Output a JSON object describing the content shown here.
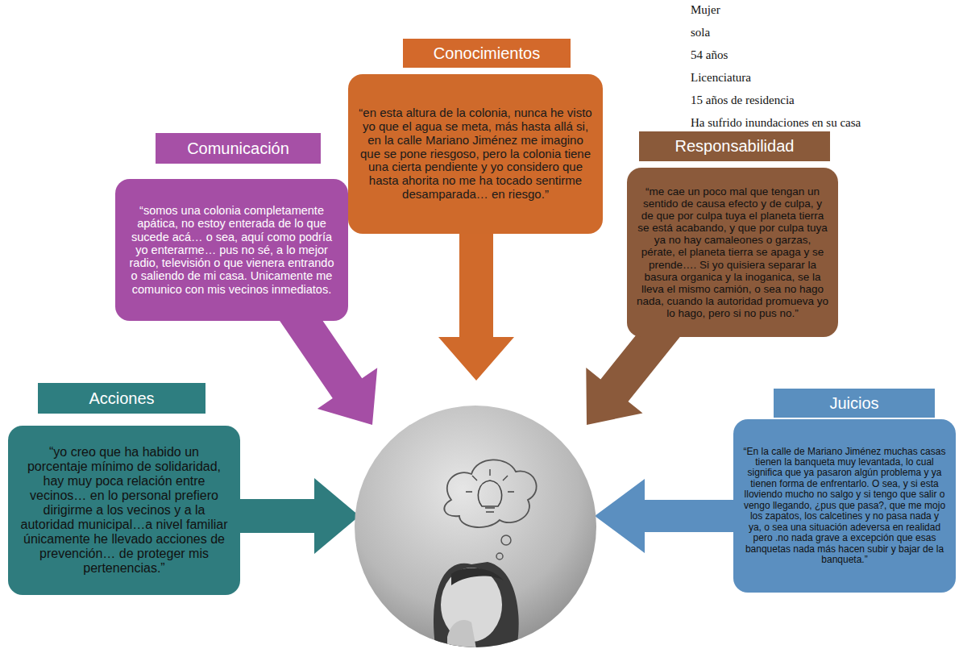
{
  "diagram": {
    "nodes": [
      {
        "text": [
          "Conocimientos",
          "“en esta altura de la colonia, nunca he visto yo que el agua se meta, más hasta allá si, en la calle Mariano Jiménez me imagino que se pone riesgoso, pero la colonia tiene una cierta pendiente y yo considero que hasta ahorita no me ha tocado sentirme desamparada… en riesgo.”"
        ]
      },
      {
        "text": [
          "Comunicación",
          "“somos una colonia completamente apática, no estoy enterada de lo que sucede acá… o sea, aquí como podría yo enterarme… pus no sé, a lo mejor radio, televisión o que vienera entrando o saliendo de mi casa. Unicamente me comunico con mis vecinos inmediatos."
        ]
      },
      {
        "text": [
          "Responsabilidad",
          "“me cae un poco mal que tengan un sentido de causa efecto y de culpa, y de que por culpa tuya el planeta tierra se está acabando, y que por culpa tuya ya no hay camaleones o garzas, pérate, el planeta tierra se apaga y se prende…. Si yo quisiera separar la basura organica y la inoganica, se la lleva el mismo camión, o sea no hago nada, cuando la autoridad promueva yo lo hago, pero si no pus no.”"
        ]
      },
      {
        "text": [
          "Acciones",
          "“yo creo que ha habido un porcentaje mínimo de solidaridad, hay muy poca relación entre vecinos… en lo personal prefiero dirigirme a los vecinos y a la autoridad municipal…a nivel familiar únicamente he llevado acciones de prevención… de proteger mis pertenencias.”"
        ]
      },
      {
        "text": [
          "Juicios",
          "“En la calle de Mariano Jiménez muchas casas tienen la banqueta muy levantada, lo cual significa que ya pasaron algún problema y ya tienen forma de enfrentarlo. O sea, y si esta lloviendo mucho no salgo y si tengo que salir o vengo llegando, ¿pus que pasa?, que me mojo los zapatos, los calcetines y no pasa nada y ya, o sea una situación adeversa en realidad pero .no nada grave a excepción que esas banquetas nada más hacen subir y bajar de la banqueta.”"
        ]
      }
    ],
    "labels": [
      "Mujer",
      "sola",
      "54 años",
      "Licenciatura",
      "15 años de residencia",
      "Ha sufrido inundaciones en su casa"
    ]
  }
}
